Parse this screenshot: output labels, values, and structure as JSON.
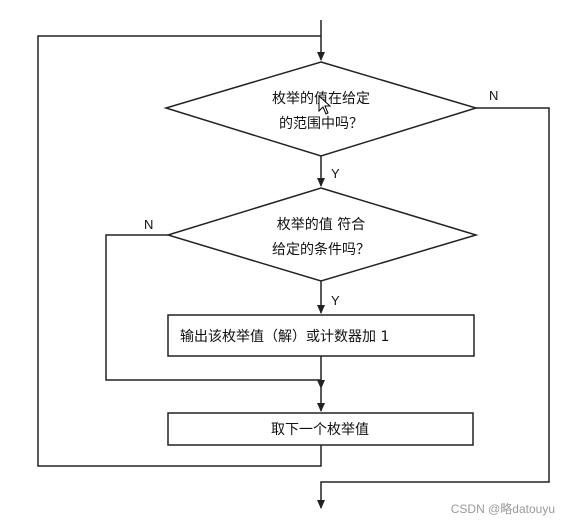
{
  "diagram": {
    "decision1": {
      "line1": "枚举的值在给定",
      "line2": "的范围中吗？"
    },
    "decision2": {
      "line1": "枚举的值  符合",
      "line2": "给定的条件吗？"
    },
    "process_output": "输出该枚举值（解）或计数器加 1",
    "process_next": "取下一个枚举值",
    "edge_labels": {
      "decision1_yes": "Y",
      "decision1_no": "N",
      "decision2_yes": "Y",
      "decision2_no": "N"
    }
  },
  "watermark": "CSDN @略datouyu",
  "colors": {
    "stroke": "#222222",
    "background": "#ffffff",
    "watermark": "#9a9a9a"
  }
}
